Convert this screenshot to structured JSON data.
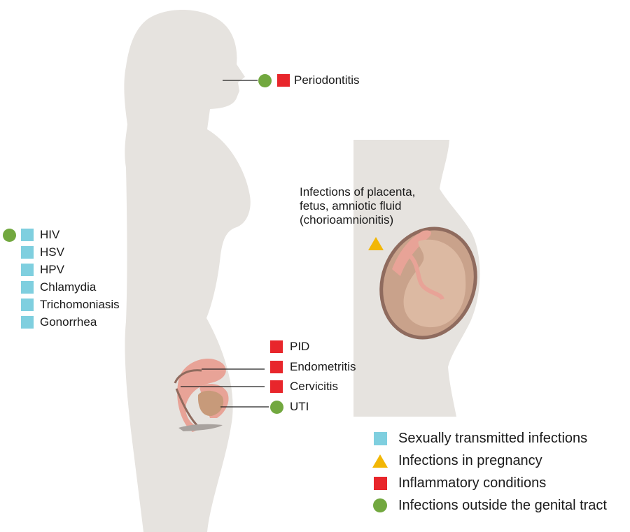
{
  "colors": {
    "sti": "#7fcfdf",
    "pregnancy": "#f2b705",
    "inflammatory": "#e8262b",
    "outside": "#72a83f",
    "silhouette": "#e6e3df",
    "tissue_pink": "#e8a397",
    "fetus": "#dcb9a2",
    "uterus_wall": "#8f6b5e"
  },
  "mouth": {
    "label": "Periodontitis",
    "markers": [
      "outside-circle",
      "inflammatory-square"
    ]
  },
  "sti_list": {
    "items": [
      "HIV",
      "HSV",
      "HPV",
      "Chlamydia",
      "Trichomoniasis",
      "Gonorrhea"
    ],
    "first_item_also_outside": true
  },
  "pelvis": {
    "items": [
      {
        "label": "PID",
        "marker": "inflammatory-square"
      },
      {
        "label": "Endometritis",
        "marker": "inflammatory-square"
      },
      {
        "label": "Cervicitis",
        "marker": "inflammatory-square"
      },
      {
        "label": "UTI",
        "marker": "outside-circle"
      }
    ]
  },
  "pregnancy": {
    "caption_lines": [
      "Infections of placenta,",
      "fetus, amniotic fluid",
      "(chorioamnionitis)"
    ],
    "marker": "pregnancy-triangle"
  },
  "legend": [
    {
      "label": "Sexually transmitted infections",
      "marker": "sti-square"
    },
    {
      "label": "Infections in pregnancy",
      "marker": "pregnancy-triangle"
    },
    {
      "label": "Inflammatory conditions",
      "marker": "inflammatory-square"
    },
    {
      "label": "Infections outside the genital tract",
      "marker": "outside-circle"
    }
  ]
}
